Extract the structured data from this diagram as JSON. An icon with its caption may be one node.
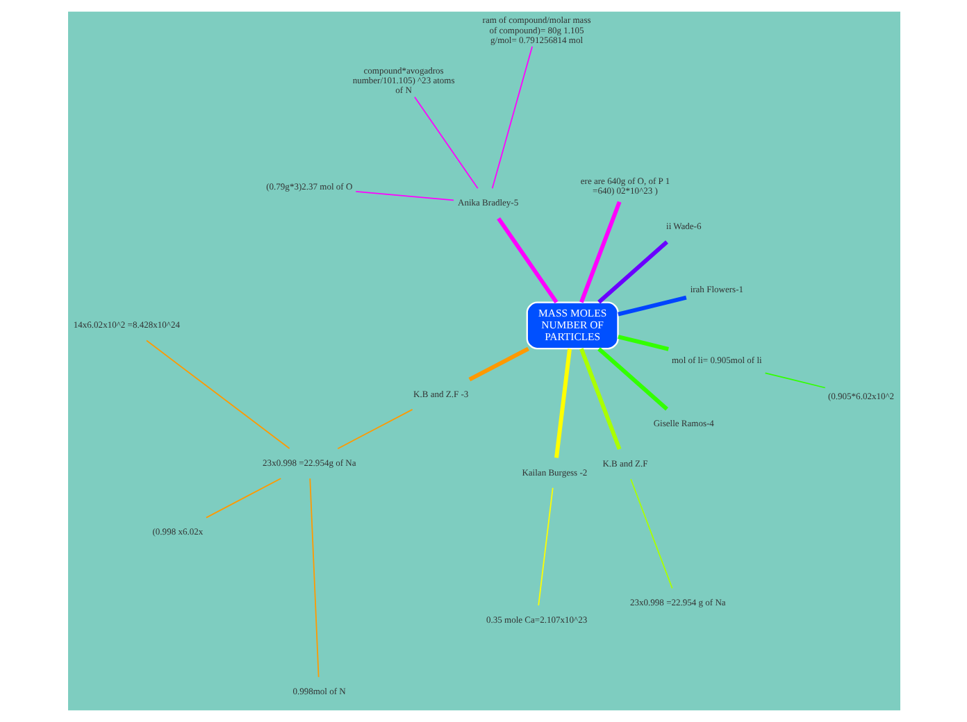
{
  "diagram": {
    "nodes": [
      {
        "text": [
          "MASS MOLES NUMBER OF PARTICLES"
        ]
      },
      {
        "text": [
          "irah Flowers-1"
        ]
      },
      {
        "text": [
          "ii Wade-6"
        ]
      },
      {
        "text": [
          "ere are 640g of O, of P 1 =640) 02*10^23 )"
        ]
      },
      {
        "text": [
          "Anika Bradley-5"
        ]
      },
      {
        "text": [
          "ram of compound/molar mass of compound)= 80g 1.105 g/mol= 0.791256814 mol"
        ]
      },
      {
        "text": [
          "compound*avogadros number/101.105) ^23 atoms of N"
        ]
      },
      {
        "text": [
          "(0.79g*3)2.37 mol of O"
        ]
      },
      {
        "text": [
          "K.B and Z.F -3"
        ]
      },
      {
        "text": [
          "23x0.998 =22.954g of Na"
        ]
      },
      {
        "text": [
          "14x6.02x10^2 =8.428x10^24"
        ]
      },
      {
        "text": [
          "(0.998 x6.02x"
        ]
      },
      {
        "text": [
          "0.998mol of N"
        ]
      },
      {
        "text": [
          "Kailan Burgess -2"
        ]
      },
      {
        "text": [
          "0.35 mole Ca=2.107x10^23"
        ]
      },
      {
        "text": [
          "K.B and Z.F"
        ]
      },
      {
        "text": [
          "23x0.998 =22.954 g of Na"
        ]
      },
      {
        "text": [
          "Giselle Ramos-4"
        ]
      },
      {
        "text": [
          "mol of li= 0.905mol of li"
        ]
      },
      {
        "text": [
          "(0.905*6.02x10^2"
        ]
      }
    ],
    "edges": [
      {
        "from": 0,
        "to": 1,
        "arrow": "none",
        "style": "thick",
        "color": "#0044ff"
      },
      {
        "from": 0,
        "to": 2,
        "arrow": "none",
        "style": "thick",
        "color": "#6a00ff"
      },
      {
        "from": 0,
        "to": 3,
        "arrow": "none",
        "style": "thick",
        "color": "#ff00ff"
      },
      {
        "from": 0,
        "to": 4,
        "arrow": "none",
        "style": "thick",
        "color": "#ff00ff"
      },
      {
        "from": 4,
        "to": 5,
        "arrow": "none",
        "color": "#ff00ff"
      },
      {
        "from": 4,
        "to": 6,
        "arrow": "none",
        "color": "#ff00ff"
      },
      {
        "from": 4,
        "to": 7,
        "arrow": "none",
        "color": "#ff00ff"
      },
      {
        "from": 0,
        "to": 8,
        "arrow": "none",
        "style": "thick",
        "color": "#ff9900"
      },
      {
        "from": 8,
        "to": 9,
        "arrow": "none",
        "color": "#ff9900"
      },
      {
        "from": 9,
        "to": 10,
        "arrow": "none",
        "color": "#ff9900"
      },
      {
        "from": 9,
        "to": 11,
        "arrow": "none",
        "color": "#ff9900"
      },
      {
        "from": 9,
        "to": 12,
        "arrow": "none",
        "color": "#ff9900"
      },
      {
        "from": 0,
        "to": 13,
        "arrow": "none",
        "style": "thick",
        "color": "#ffff00"
      },
      {
        "from": 13,
        "to": 14,
        "arrow": "none",
        "color": "#ffff00"
      },
      {
        "from": 0,
        "to": 15,
        "arrow": "none",
        "style": "thick",
        "color": "#aaff00"
      },
      {
        "from": 15,
        "to": 16,
        "arrow": "none",
        "color": "#aaff00"
      },
      {
        "from": 0,
        "to": 17,
        "arrow": "none",
        "style": "thick",
        "color": "#33ff00"
      },
      {
        "from": 0,
        "to": 18,
        "arrow": "none",
        "style": "thick",
        "color": "#33ff00"
      },
      {
        "from": 18,
        "to": 19,
        "arrow": "none",
        "color": "#33ff00"
      }
    ]
  }
}
